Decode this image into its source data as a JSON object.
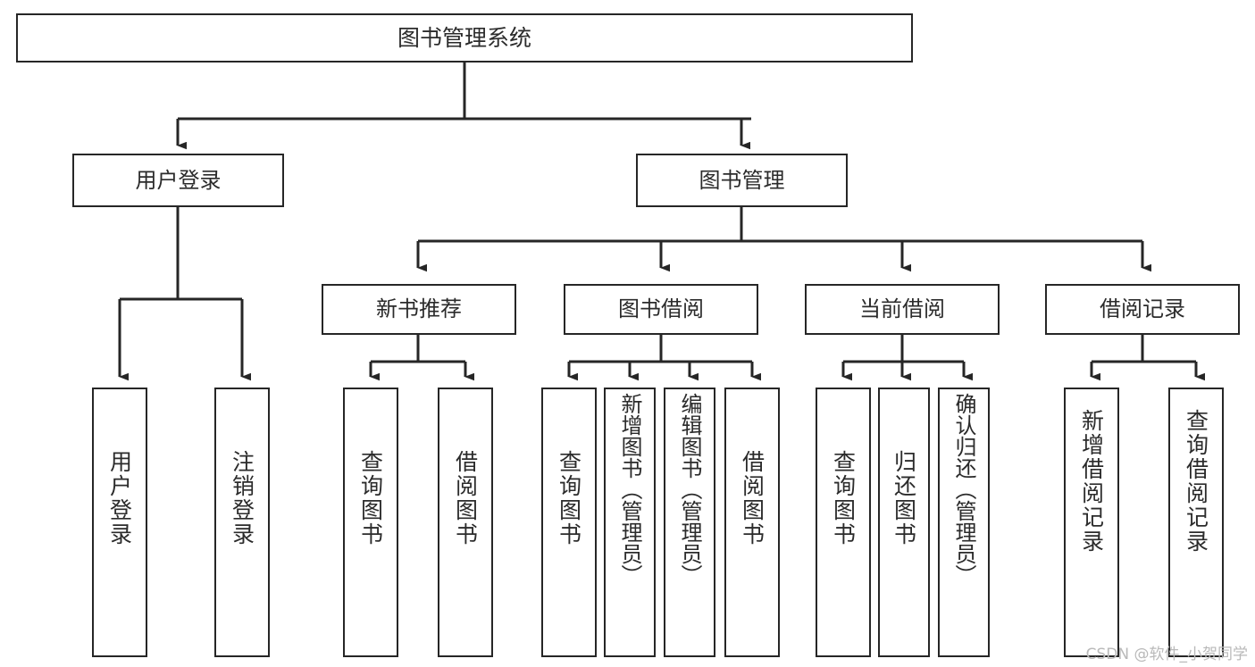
{
  "diagram": {
    "title": "图书管理系统",
    "watermark": "CSDN @软件_小贺同学",
    "line_color": "#262626",
    "text_color": "#2b2b2b",
    "background": "#ffffff",
    "root": {
      "label": "图书管理系统"
    },
    "level2": [
      {
        "label": "用户登录"
      },
      {
        "label": "图书管理"
      }
    ],
    "level3": [
      {
        "label": "新书推荐"
      },
      {
        "label": "图书借阅"
      },
      {
        "label": "当前借阅"
      },
      {
        "label": "借阅记录"
      }
    ],
    "leaves": {
      "user_login": [
        {
          "label": "用户登录"
        },
        {
          "label": "注销登录"
        }
      ],
      "new_book_recommend": [
        {
          "label": "查询图书"
        },
        {
          "label": "借阅图书"
        }
      ],
      "book_borrow": [
        {
          "label": "查询图书"
        },
        {
          "label": "新增图书（管理员）"
        },
        {
          "label": "编辑图书（管理员）"
        },
        {
          "label": "借阅图书"
        }
      ],
      "current_borrow": [
        {
          "label": "查询图书"
        },
        {
          "label": "归还图书"
        },
        {
          "label": "确认归还（管理员）"
        }
      ],
      "borrow_record": [
        {
          "label": "新增借阅记录"
        },
        {
          "label": "查询借阅记录"
        }
      ]
    }
  }
}
